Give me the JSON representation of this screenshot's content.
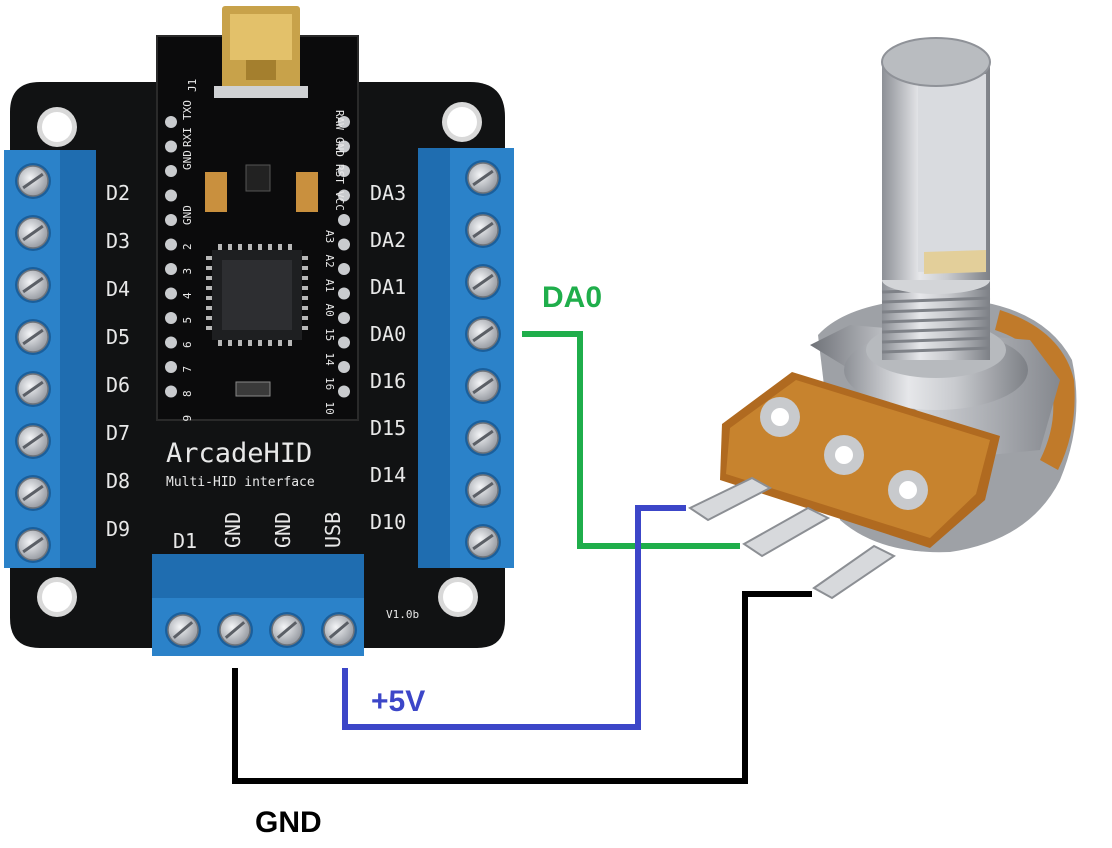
{
  "board": {
    "name": "ArcadeHID",
    "subtitle": "Multi-HID interface",
    "version": "V1.0b",
    "connector_ref": "J1",
    "left_pins": [
      "D2",
      "D3",
      "D4",
      "D5",
      "D6",
      "D7",
      "D8",
      "D9"
    ],
    "right_pins": [
      "DA3",
      "DA2",
      "DA1",
      "DA0",
      "D16",
      "D15",
      "D14",
      "D10"
    ],
    "bottom_pins": [
      "D1",
      "GND",
      "GND",
      "USB"
    ],
    "header_top": [
      "GND",
      "GND",
      "RXI",
      "TXO"
    ],
    "header_top_right": [
      "RAW",
      "GND",
      "RST",
      "VCC"
    ],
    "header_left_nums": [
      "2",
      "3",
      "4",
      "5",
      "6",
      "7",
      "8",
      "9"
    ],
    "header_right_nums": [
      "A3",
      "A2",
      "A1",
      "A0",
      "15",
      "14",
      "16",
      "10"
    ],
    "colors": {
      "pcb": "#111213",
      "terminal": "#2b82c9",
      "silk": "#e8e8e8"
    }
  },
  "wires": {
    "da0": {
      "label": "DA0",
      "color": "#1fae4b"
    },
    "vcc": {
      "label": "+5V",
      "color": "#3c46c8"
    },
    "gnd": {
      "label": "GND",
      "color": "#000000"
    }
  },
  "component": {
    "name": "potentiometer",
    "pins": 3
  }
}
